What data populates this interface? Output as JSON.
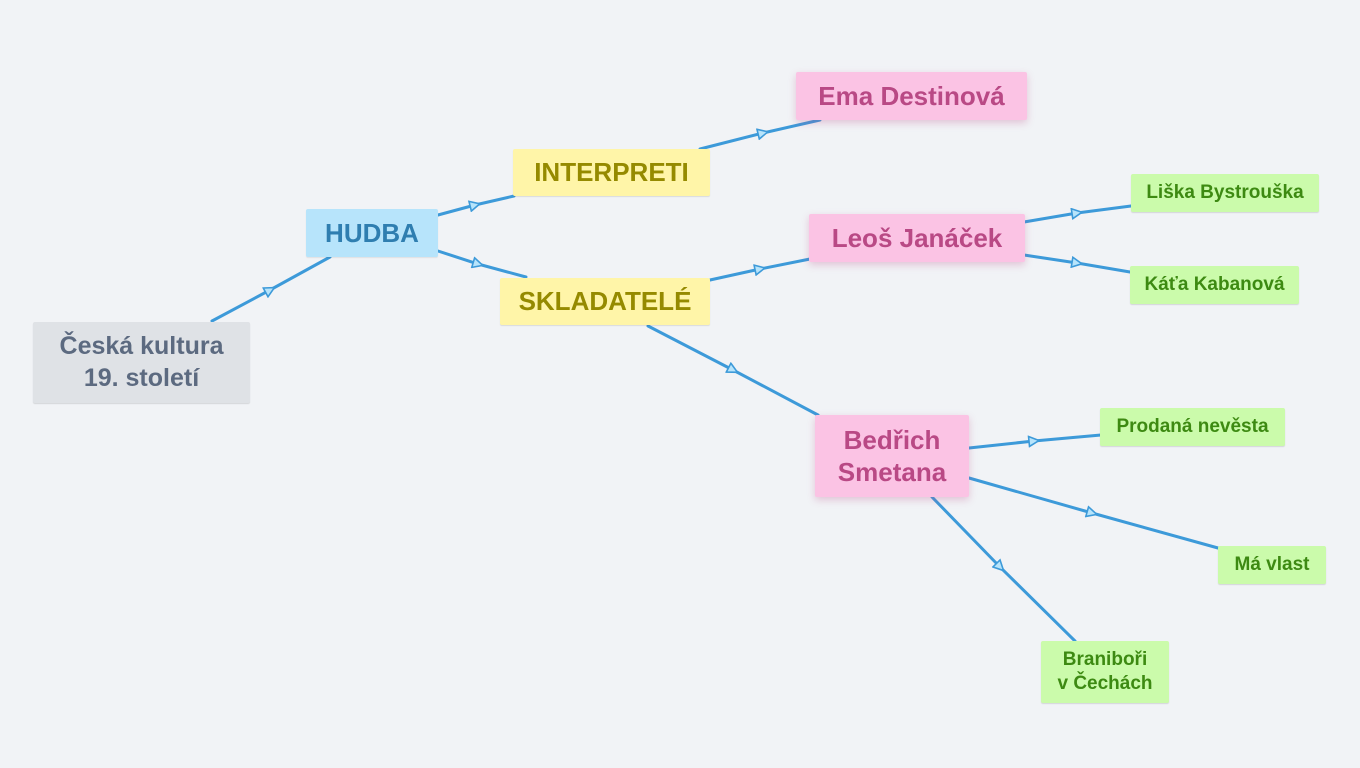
{
  "mindmap": {
    "root": {
      "label": "Česká kultura\n19. století"
    },
    "hudba": {
      "label": "HUDBA"
    },
    "interpreti": {
      "label": "INTERPRETI"
    },
    "skladatele": {
      "label": "SKLADATELÉ"
    },
    "destinova": {
      "label": "Ema Destinová"
    },
    "janacek": {
      "label": "Leoš Janáček"
    },
    "smetana": {
      "label": "Bedřich\nSmetana"
    },
    "liska": {
      "label": "Liška Bystrouška"
    },
    "kata": {
      "label": "Káťa Kabanová"
    },
    "prodana": {
      "label": "Prodaná nevěsta"
    },
    "ma_vlast": {
      "label": "Má vlast"
    },
    "branibori": {
      "label": "Braniboři\nv Čechách"
    }
  },
  "colors": {
    "background": "#f1f3f6",
    "edge": "#3d9ad9",
    "root_bg": "#dfe2e6",
    "level1_bg": "#b7e4fb",
    "level2_bg": "#fff5a8",
    "level3_bg": "#fbc3e4",
    "level4_bg": "#cbfbab"
  }
}
